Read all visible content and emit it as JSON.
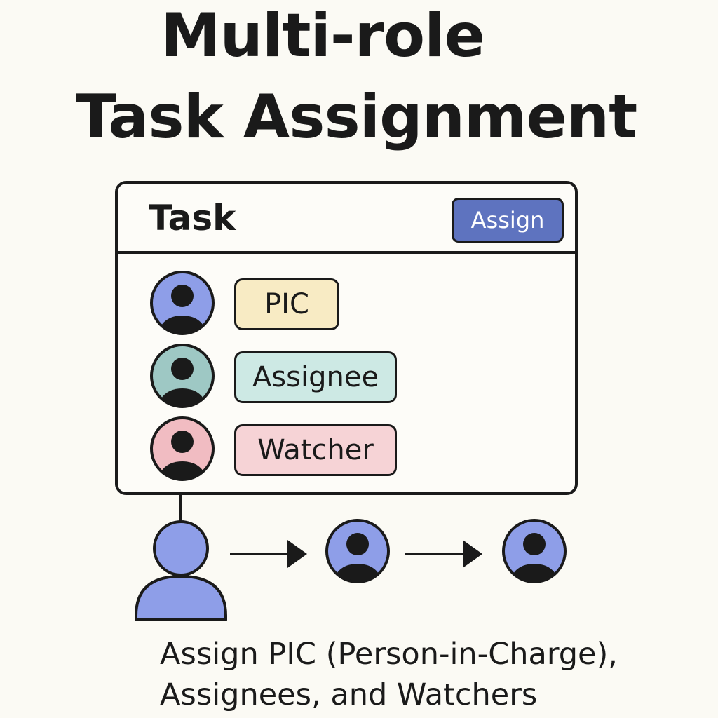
{
  "title": {
    "line1": "Multi-role",
    "line2": "Task Assignment"
  },
  "task_card": {
    "title": "Task",
    "assign_button": "Assign",
    "roles": [
      {
        "label": "PIC",
        "avatar_color": "#8e9ee8",
        "tag_color": "#f8ebc4"
      },
      {
        "label": "Assignee",
        "avatar_color": "#9ec8c4",
        "tag_color": "#cde9e4"
      },
      {
        "label": "Watcher",
        "avatar_color": "#f1bcc2",
        "tag_color": "#f6d3d6"
      }
    ]
  },
  "flow": {
    "person_color": "#8e9ee8",
    "avatar_color": "#8e9ee8"
  },
  "caption": {
    "line1": "Assign PIC (Person-in-Charge),",
    "line2": "Assignees, and Watchers"
  },
  "colors": {
    "ink": "#1a1a1a",
    "background": "#fbfaf4",
    "button": "#5e73bf"
  }
}
